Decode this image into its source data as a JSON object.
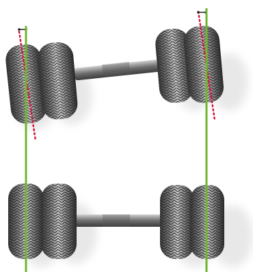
{
  "diagram": {
    "panels": [
      {
        "name": "top",
        "state": "misaligned",
        "wheels": [
          "left-outer",
          "left-inner",
          "right-inner",
          "right-outer"
        ],
        "has_axle": true,
        "has_tilt_indicator": true
      },
      {
        "name": "bottom",
        "state": "aligned",
        "wheels": [
          "left-outer",
          "left-inner",
          "right-inner",
          "right-outer"
        ],
        "has_axle": true,
        "has_tilt_indicator": false
      }
    ],
    "colors": {
      "reference_line": "#6fb62d",
      "tilt_line": "#d2143a",
      "offset_marker": "#222222",
      "tire_dark": "#2f2f2f",
      "tire_mid": "#6a6a6a",
      "tire_light": "#bdbdbd",
      "axle": "#8a8a8a",
      "shadow": "#d8d8d8"
    },
    "icons": [
      "tire-icon",
      "axle-icon",
      "reference-line",
      "tilt-indicator",
      "offset-marker"
    ]
  }
}
